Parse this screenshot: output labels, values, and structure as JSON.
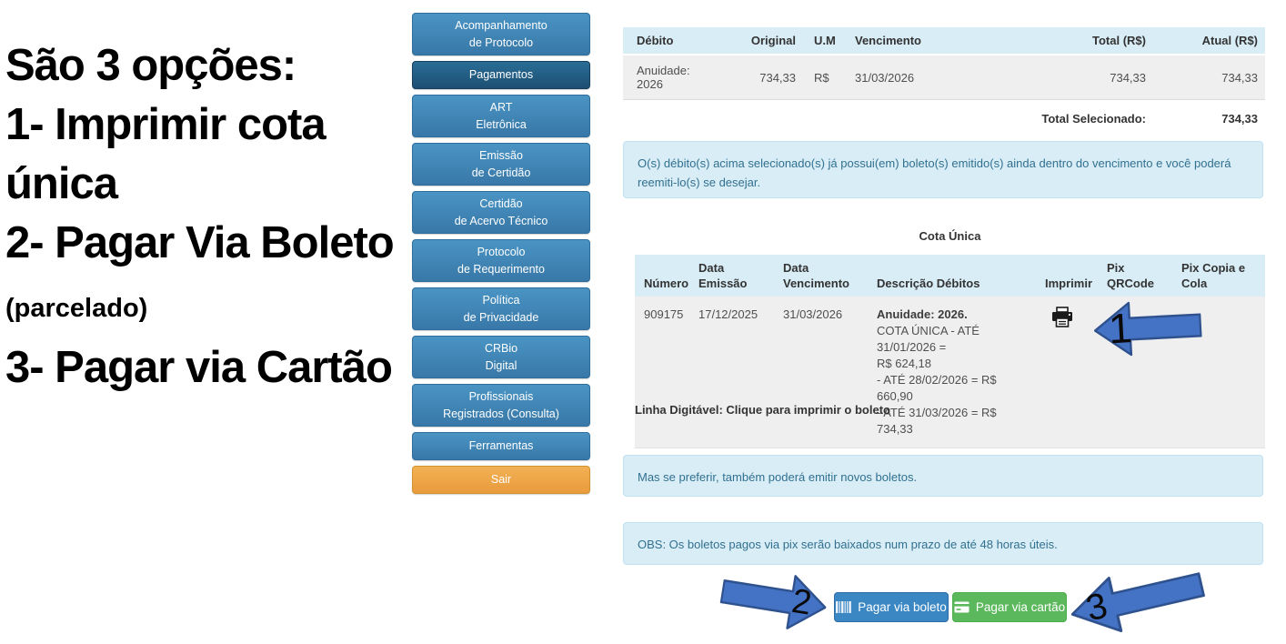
{
  "annotation": {
    "heading": "São 3 opções:",
    "option1": "1- Imprimir cota única",
    "option2": "2- Pagar Via Boleto",
    "option2_note": "(parcelado)",
    "option3": "3- Pagar via Cartão"
  },
  "sidebar": {
    "items": [
      {
        "label": "Acompanhamento\nde Protocolo"
      },
      {
        "label": "Pagamentos",
        "active": true
      },
      {
        "label": "ART\nEletrônica"
      },
      {
        "label": "Emissão\nde Certidão"
      },
      {
        "label": "Certidão\nde Acervo Técnico"
      },
      {
        "label": "Protocolo\nde Requerimento"
      },
      {
        "label": "Política\nde Privacidade"
      },
      {
        "label": "CRBio\nDigital"
      },
      {
        "label": "Profissionais\nRegistrados (Consulta)"
      },
      {
        "label": "Ferramentas"
      },
      {
        "label": "Sair",
        "variant": "warning"
      }
    ]
  },
  "debits_table": {
    "headers": {
      "debito": "Débito",
      "original": "Original",
      "um": "U.M",
      "vencimento": "Vencimento",
      "total": "Total (R$)",
      "atual": "Atual (R$)"
    },
    "row": {
      "debito": "Anuidade: 2026",
      "original": "734,33",
      "um": "R$",
      "vencimento": "31/03/2026",
      "total": "734,33",
      "atual": "734,33"
    },
    "total_label": "Total Selecionado:",
    "total_value": "734,33"
  },
  "notice_reissue": "O(s) débito(s) acima selecionado(s) já possui(em) boleto(s) emitido(s) ainda dentro do vencimento e você poderá reemiti-lo(s) se desejar.",
  "cota_unica": {
    "title": "Cota Única",
    "headers": {
      "numero": "Número",
      "data_emissao": "Data\nEmissão",
      "data_vencimento": "Data\nVencimento",
      "descricao": "Descrição Débitos",
      "imprimir": "Imprimir",
      "pix_qrcode": "Pix\nQRCode",
      "pix_copia": "Pix Copia e\nCola"
    },
    "row": {
      "numero": "909175",
      "data_emissao": "17/12/2025",
      "data_vencimento": "31/03/2026",
      "descricao_title": "Anuidade: 2026.",
      "descricao_detail": "COTA ÚNICA - ATÉ 31/01/2026 =\nR$ 624,18\n- ATÉ 28/02/2026 = R$ 660,90\n- ATÉ 31/03/2026 = R$ 734,33"
    }
  },
  "linha_digitavel": "Linha Digitável: Clique para imprimir o boleto",
  "notice_new_boletos": "Mas se preferir, também poderá emitir novos boletos.",
  "notice_obs": "OBS: Os boletos pagos via pix serão baixados num prazo de até 48 horas úteis.",
  "actions": {
    "pay_boleto": "Pagar via boleto",
    "pay_card": "Pagar via cartão"
  },
  "callouts": {
    "print": "1",
    "boleto": "2",
    "card": "3"
  },
  "icons": {
    "printer": "printer-icon",
    "barcode": "barcode-icon",
    "credit_card": "credit-card-icon",
    "arrow": "block-arrow-icon"
  },
  "colors": {
    "sidebar_blue": "#3d87b8",
    "sidebar_active": "#1f5878",
    "sair_orange": "#efa94a",
    "notice_bg": "#d9edf7",
    "notice_text": "#31708f",
    "table_header_bg": "#d9edf7",
    "table_row_bg": "#efefef",
    "btn_boleto_bg": "#3a87c4",
    "btn_card_bg": "#5cb85c",
    "arrow_fill": "#4472c4",
    "arrow_stroke": "#2f528f"
  }
}
